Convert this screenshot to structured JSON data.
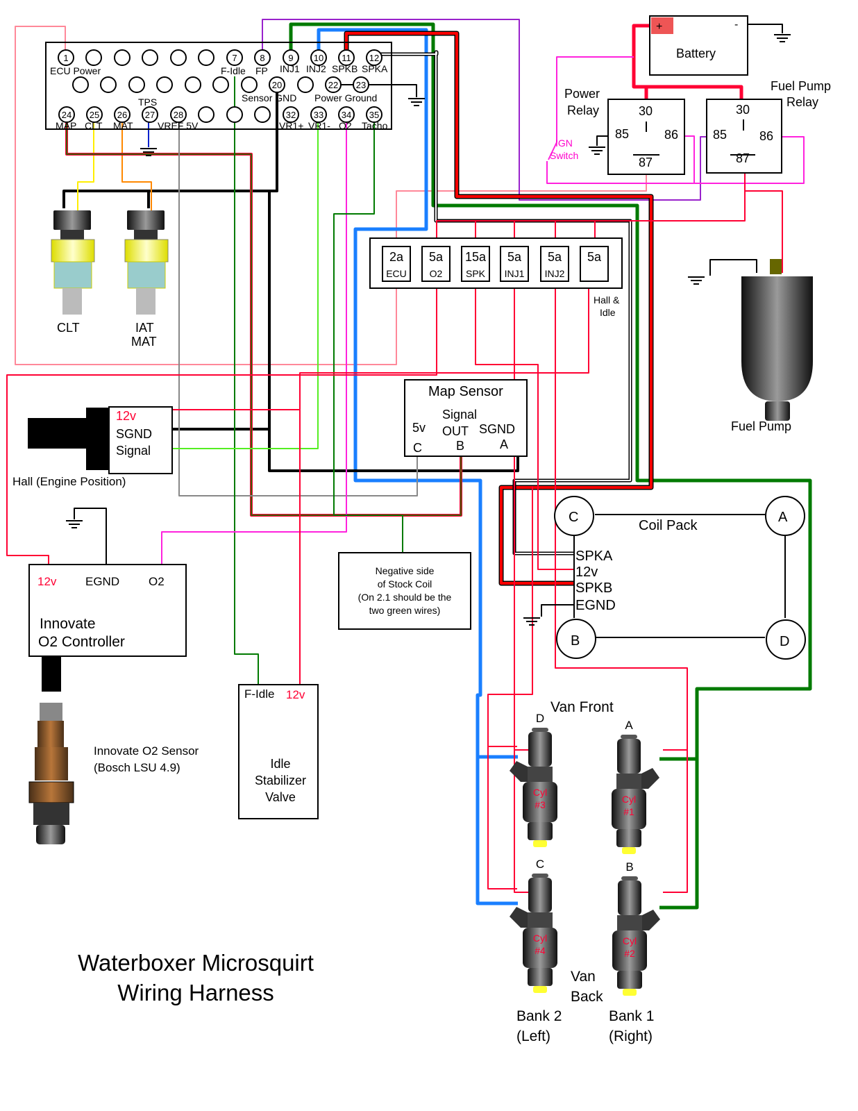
{
  "title": [
    "Waterboxer Microsquirt",
    "Wiring Harness"
  ],
  "ecu": {
    "row1_pins": [
      "1",
      "",
      "",
      "",
      "",
      "",
      "7",
      "8",
      "9",
      "10",
      "11",
      "12"
    ],
    "row1_labels": {
      "ecu_power": "ECU Power",
      "f_idle": "F-Idle",
      "fp": "FP",
      "inj1": "INJ1",
      "inj2": "INJ2",
      "spkb": "SPKB",
      "spka": "SPKA"
    },
    "row2_pins": [
      "",
      "",
      "",
      "",
      "",
      "",
      "",
      "20",
      "",
      "22",
      "23"
    ],
    "row2_labels": {
      "sensor_gnd": "Sensor GND",
      "power_ground": "Power Ground",
      "tps": "TPS"
    },
    "row3_pins": [
      "24",
      "25",
      "26",
      "27",
      "28",
      "",
      "",
      "",
      "32",
      "33",
      "34",
      "35"
    ],
    "row3_labels": {
      "map": "MAP",
      "clt": "CLT",
      "mat": "MAT",
      "vref": "VREF 5V",
      "vr1p": "VR1+",
      "vr1m": "VR1-",
      "o2": "O2",
      "tacho": "Tacho"
    }
  },
  "battery": {
    "label": "Battery",
    "plus": "+",
    "minus": "-"
  },
  "power_relay": {
    "title": [
      "Power",
      "Relay"
    ],
    "pins": {
      "p30": "30",
      "p85": "85",
      "p86": "86",
      "p87": "87"
    }
  },
  "fuel_pump_relay": {
    "title": [
      "Fuel Pump",
      "Relay"
    ],
    "pins": {
      "p30": "30",
      "p85": "85",
      "p86": "86",
      "p87": "87"
    }
  },
  "ign_switch": [
    "IGN",
    "Switch"
  ],
  "fuses": [
    {
      "rating": "2a",
      "label": "ECU"
    },
    {
      "rating": "5a",
      "label": "O2"
    },
    {
      "rating": "15a",
      "label": "SPK"
    },
    {
      "rating": "5a",
      "label": "INJ1"
    },
    {
      "rating": "5a",
      "label": "INJ2"
    },
    {
      "rating": "5a",
      "label": ""
    }
  ],
  "fuse_hall_note": [
    "Hall &",
    "Idle"
  ],
  "sensors": {
    "clt": "CLT",
    "iat": [
      "IAT",
      "MAT"
    ]
  },
  "fuel_pump": "Fuel Pump",
  "hall": {
    "pins": [
      "12v",
      "SGND",
      "Signal"
    ],
    "caption": "Hall (Engine Position)"
  },
  "map_sensor": {
    "title": "Map Sensor",
    "signal": [
      "Signal",
      "OUT"
    ],
    "v5": "5v",
    "sgnd": "SGND",
    "pins": [
      "C",
      "B",
      "A"
    ]
  },
  "o2_controller": {
    "pins": [
      "12v",
      "EGND",
      "O2"
    ],
    "title": [
      "Innovate",
      "O2 Controller"
    ]
  },
  "o2_sensor": [
    "Innovate O2 Sensor",
    "(Bosch LSU 4.9)"
  ],
  "stock_coil_note": [
    "Negative side",
    "of Stock Coil",
    "(On 2.1 should be the",
    "two green wires)"
  ],
  "coil_pack": {
    "title": "Coil Pack",
    "terminals": [
      "C",
      "A",
      "B",
      "D"
    ],
    "pins": [
      "SPKA",
      "12v",
      "SPKB",
      "EGND"
    ]
  },
  "idle_valve": {
    "pins": [
      "F-Idle",
      "12v"
    ],
    "title": [
      "Idle",
      "Stabilizer",
      "Valve"
    ]
  },
  "injectors": [
    {
      "coil": "D",
      "cyl": [
        "Cyl",
        "#3"
      ]
    },
    {
      "coil": "A",
      "cyl": [
        "Cyl",
        "#1"
      ]
    },
    {
      "coil": "C",
      "cyl": [
        "Cyl",
        "#4"
      ]
    },
    {
      "coil": "B",
      "cyl": [
        "Cyl",
        "#2"
      ]
    }
  ],
  "van_front": "Van Front",
  "van_back": [
    "Van",
    "Back"
  ],
  "bank2": [
    "Bank 2",
    "(Left)"
  ],
  "bank1": [
    "Bank 1",
    "(Right)"
  ],
  "wire_colors": {
    "red": "#ff0033",
    "darkred": "#dd0000",
    "green": "#007a00",
    "lime": "#55ee22",
    "blue": "#1a7fff",
    "purple": "#9922cc",
    "magenta": "#ff22dd",
    "pink": "#ff8899",
    "yellow": "#ffff22",
    "orange": "#ff8800",
    "gray": "#888888",
    "black": "#000000"
  }
}
